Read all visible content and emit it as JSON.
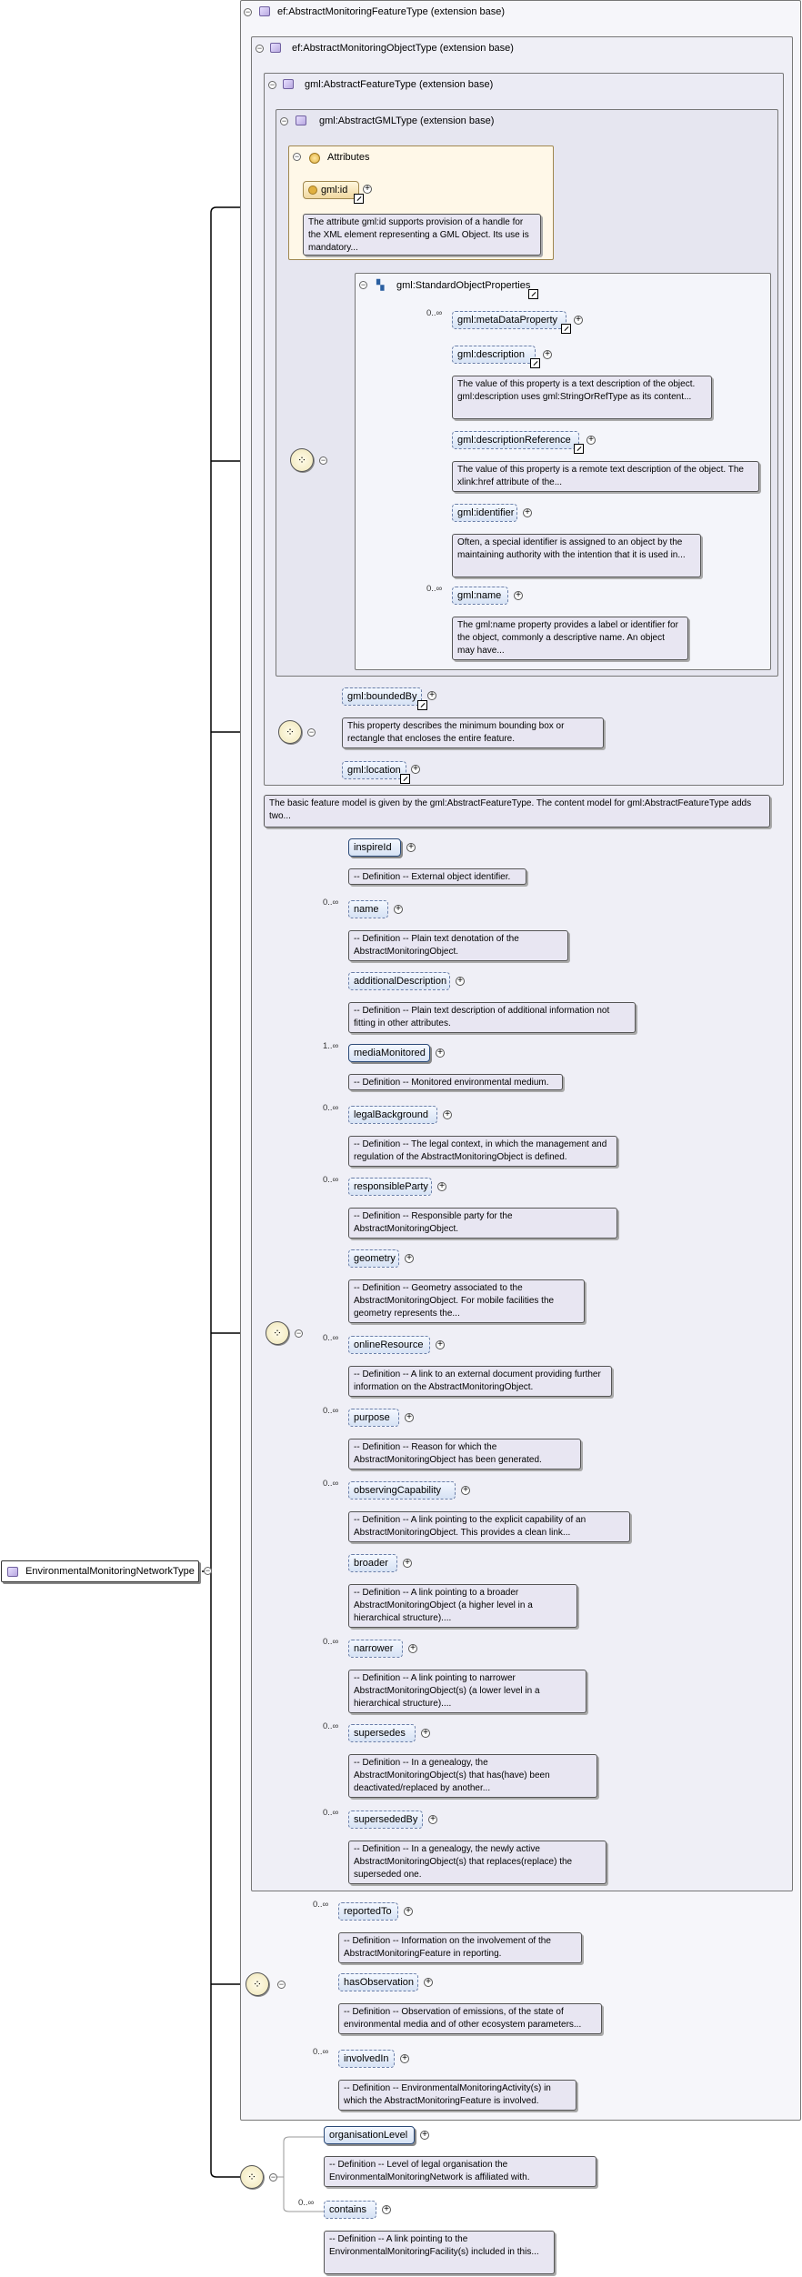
{
  "root": {
    "label": "EnvironmentalMonitoringNetworkType"
  },
  "ext1": {
    "label": "ef:AbstractMonitoringFeatureType (extension base)"
  },
  "ext2": {
    "label": "ef:AbstractMonitoringObjectType (extension base)"
  },
  "ext3": {
    "label": "gml:AbstractFeatureType (extension base)"
  },
  "ext4": {
    "label": "gml:AbstractGMLType (extension base)"
  },
  "attributes": {
    "label": "Attributes",
    "id_label": "gml:id",
    "id_doc": "The attribute gml:id supports provision of a handle for the XML element representing a GML Object. Its use is mandatory..."
  },
  "sop": {
    "label": "gml:StandardObjectProperties"
  },
  "gml_items": [
    {
      "label": "gml:metaDataProperty",
      "card": "0..∞",
      "doc": ""
    },
    {
      "label": "gml:description",
      "card": "",
      "doc": "The value of this property is a text description of the object. gml:description uses gml:StringOrRefType as its content..."
    },
    {
      "label": "gml:descriptionReference",
      "card": "",
      "doc": "The value of this property is a remote text description of the object. The xlink:href attribute of the..."
    },
    {
      "label": "gml:identifier",
      "card": "",
      "doc": "Often, a special identifier is assigned to an object by the maintaining authority with the intention that it is used in..."
    },
    {
      "label": "gml:name",
      "card": "0..∞",
      "doc": "The gml:name property provides a label or identifier for the object, commonly a descriptive name. An object may have..."
    }
  ],
  "bounded": {
    "label": "gml:boundedBy",
    "doc": "This property describes the minimum bounding box or rectangle that encloses the entire feature."
  },
  "location": {
    "label": "gml:location"
  },
  "feature_doc": "The basic feature model is given by the gml:AbstractFeatureType. The content model for gml:AbstractFeatureType adds two...",
  "mo_items": [
    {
      "label": "inspireId",
      "card": "",
      "doc": "-- Definition -- External object identifier."
    },
    {
      "label": "name",
      "card": "0..∞",
      "doc": "-- Definition -- Plain text denotation of the AbstractMonitoringObject."
    },
    {
      "label": "additionalDescription",
      "card": "",
      "doc": "-- Definition -- Plain text description of additional information not fitting in other attributes."
    },
    {
      "label": "mediaMonitored",
      "card": "1..∞",
      "doc": "-- Definition -- Monitored environmental medium."
    },
    {
      "label": "legalBackground",
      "card": "0..∞",
      "doc": "-- Definition -- The legal context, in which the management and regulation of the AbstractMonitoringObject is defined."
    },
    {
      "label": "responsibleParty",
      "card": "0..∞",
      "doc": "-- Definition -- Responsible party for the AbstractMonitoringObject."
    },
    {
      "label": "geometry",
      "card": "",
      "doc": "-- Definition -- Geometry associated to the AbstractMonitoringObject. For mobile facilities the geometry represents the..."
    },
    {
      "label": "onlineResource",
      "card": "0..∞",
      "doc": "-- Definition -- A link to an external document providing further information on the AbstractMonitoringObject."
    },
    {
      "label": "purpose",
      "card": "0..∞",
      "doc": "-- Definition -- Reason for which the AbstractMonitoringObject has been generated."
    },
    {
      "label": "observingCapability",
      "card": "0..∞",
      "doc": "-- Definition -- A link pointing to the explicit capability of an AbstractMonitoringObject. This provides a clean link..."
    },
    {
      "label": "broader",
      "card": "",
      "doc": "-- Definition -- A link pointing to a broader AbstractMonitoringObject (a higher level in a hierarchical structure)...."
    },
    {
      "label": "narrower",
      "card": "0..∞",
      "doc": "-- Definition -- A link pointing to narrower AbstractMonitoringObject(s) (a lower level in a hierarchical structure)...."
    },
    {
      "label": "supersedes",
      "card": "0..∞",
      "doc": "-- Definition -- In a genealogy, the AbstractMonitoringObject(s) that has(have) been deactivated/replaced by another..."
    },
    {
      "label": "supersededBy",
      "card": "0..∞",
      "doc": "-- Definition -- In a genealogy, the newly active AbstractMonitoringObject(s) that replaces(replace) the superseded one."
    }
  ],
  "mf_items": [
    {
      "label": "reportedTo",
      "card": "0..∞",
      "doc": "-- Definition -- Information on the involvement of the AbstractMonitoringFeature in reporting."
    },
    {
      "label": "hasObservation",
      "card": "",
      "doc": "-- Definition -- Observation of emissions, of the state of environmental media and of other ecosystem parameters..."
    },
    {
      "label": "involvedIn",
      "card": "0..∞",
      "doc": "-- Definition -- EnvironmentalMonitoringActivity(s) in which the AbstractMonitoringFeature is involved."
    }
  ],
  "net_items": [
    {
      "label": "organisationLevel",
      "card": "",
      "doc": "-- Definition -- Level of legal organisation the EnvironmentalMonitoringNetwork is affiliated with."
    },
    {
      "label": "contains",
      "card": "0..∞",
      "doc": "-- Definition -- A link pointing to the EnvironmentalMonitoringFacility(s) included in this..."
    }
  ]
}
